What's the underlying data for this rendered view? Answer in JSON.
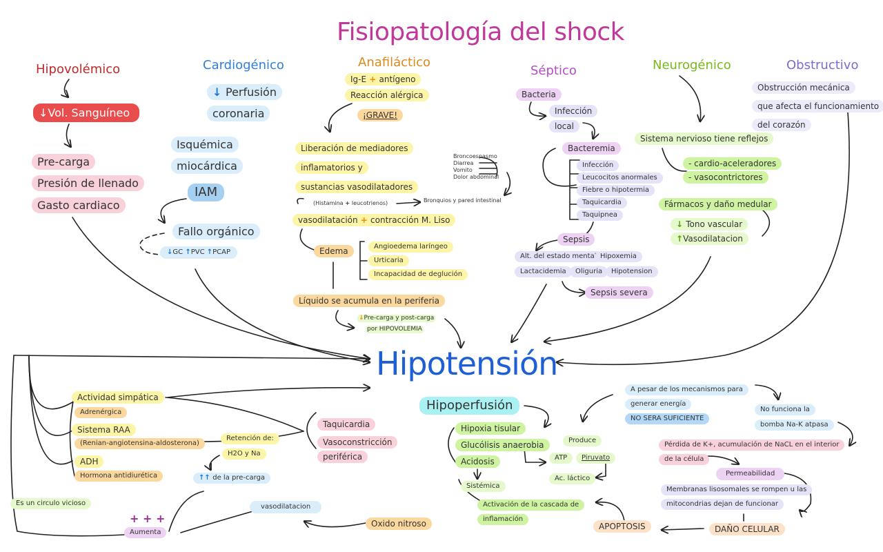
{
  "title": "Fisiopatología del shock",
  "center": "Hipotensión",
  "hipovolemico": {
    "heading": "Hipovolémico",
    "vol": "Vol. Sanguíneo",
    "precarga": "Pre-carga",
    "presion": "Presión de llenado",
    "gasto": "Gasto cardiaco"
  },
  "cardiogenico": {
    "heading": "Cardiogénico",
    "perfusion": "Perfusión",
    "coronaria": "coronaria",
    "isquemica": "Isquémica",
    "miocardica": "miocárdica",
    "iam": "IAM",
    "fallo": "Fallo orgánico",
    "gc": "GC",
    "pvc": "PVC",
    "pcap": "PCAP"
  },
  "anafilactico": {
    "heading": "Anafiláctico",
    "ige_a": "Ig-E",
    "ige_b": "antígeno",
    "reaccion": "Reacción alérgica",
    "grave": "¡GRAVE!",
    "lib1": "Liberación de mediadores",
    "lib2": "inflamatorios y",
    "lib3": "sustancias vasodilatadores",
    "histamina_a": "(Histamina",
    "histamina_b": "leucotrienos)",
    "bronq_list": [
      "Broncoespasmo",
      "Diarrea",
      "Vomito",
      "Dolor abdominal"
    ],
    "bronquios": "Bronquios y pared intestinal",
    "vaso_a": "vasodilatación",
    "vaso_b": "contracción M. Liso",
    "edema": "Edema",
    "edema_list": [
      "Angioedema laríngeo",
      "Urticaria",
      "Incapacidad de deglución"
    ],
    "liquido": "Líquido se acumula en la periferia",
    "precarga1": "Pre-carga y post-carga",
    "precarga2": "por HIPOVOLEMIA"
  },
  "septico": {
    "heading": "Séptico",
    "bacteria": "Bacteria",
    "infeccion1": "Infección",
    "infeccion2": "local",
    "bacteremia": "Bacteremia",
    "bact_list": [
      "Infección",
      "Leucocitos anormales",
      "Fiebre o hipotermia",
      "Taquicardia",
      "Taquipnea"
    ],
    "sepsis": "Sepsis",
    "alt": "Alt. del estado mental",
    "hipoxemia": "Hipoxemia",
    "lactacidemia": "Lactacidemia",
    "oliguria": "Oliguria",
    "hipotension": "Hipotension",
    "severa": "Sepsis severa"
  },
  "neurogenico": {
    "heading": "Neurogénico",
    "sistema": "Sistema nervioso tiene reflejos",
    "cardio": "- cardio-aceleradores",
    "vasoc": "- vasocontrictores",
    "farmacos": "Fármacos y daño medular",
    "tono": "Tono vascular",
    "vasodil": "Vasodilatacion"
  },
  "obstructivo": {
    "heading": "Obstructivo",
    "l1": "Obstrucción mecánica",
    "l2": "que afecta el funcionamiento",
    "l3": "del corazón"
  },
  "compensacion": {
    "actividad": "Actividad simpática",
    "adrenergica": "Adrenérgica",
    "raa": "Sistema RAA",
    "raa_sub": "(Renian-angiotensina-aldosterona)",
    "adh": "ADH",
    "hormona": "Hormona antidiurética",
    "taquicardia": "Taquicardia",
    "vasoconst1": "Vasoconstricción",
    "vasoconst2": "periférica",
    "retencion1": "Retención de:",
    "retencion2": "H2O y Na",
    "precarga": "de la pre-carga",
    "circulo": "Es un circulo vicioso",
    "plus": "+ + +",
    "aumenta": "Aumenta",
    "vasodilatacion": "vasodilatacion",
    "oxido": "Oxido nitroso"
  },
  "hipoperfusion": {
    "title": "Hipoperfusión",
    "hipoxia": "Hipoxia tisular",
    "glucolisis": "Glucólisis anaerobia",
    "acidosis": "Acidosis",
    "sistemica": "Sistémica",
    "produce": "Produce",
    "atp": "ATP",
    "piruvato": "Piruvato",
    "lactico": "Ac. láctico",
    "activacion1": "Activación de la cascada de",
    "activacion2": "inflamación",
    "apoptosis": "APOPTOSIS",
    "dano": "DAÑO CELULAR",
    "apesar1": "A pesar de los mecanismos para",
    "apesar2": "generar energía",
    "nosera": "NO SERA SUFICIENTE",
    "nofunc1": "No funciona la",
    "nofunc2": "bomba Na-K atpasa",
    "perdida1": "Pérdida de K+, acumulación de NaCL en el interior",
    "perdida2": "de la célula",
    "permeab": "Permeabilidad",
    "membranas1": "Membranas lisosomales se rompen u las",
    "membranas2": "mitocondrias dejan de funcionar"
  },
  "colors": {
    "title": "#c0399a",
    "center": "#1f5fd6",
    "hipovolemico": "#c0282a",
    "cardiogenico": "#2f7ed8",
    "anafilactico": "#d98a1a",
    "septico": "#b14fc2",
    "neurogenico": "#78b81b",
    "obstructivo": "#7a6bd1"
  }
}
